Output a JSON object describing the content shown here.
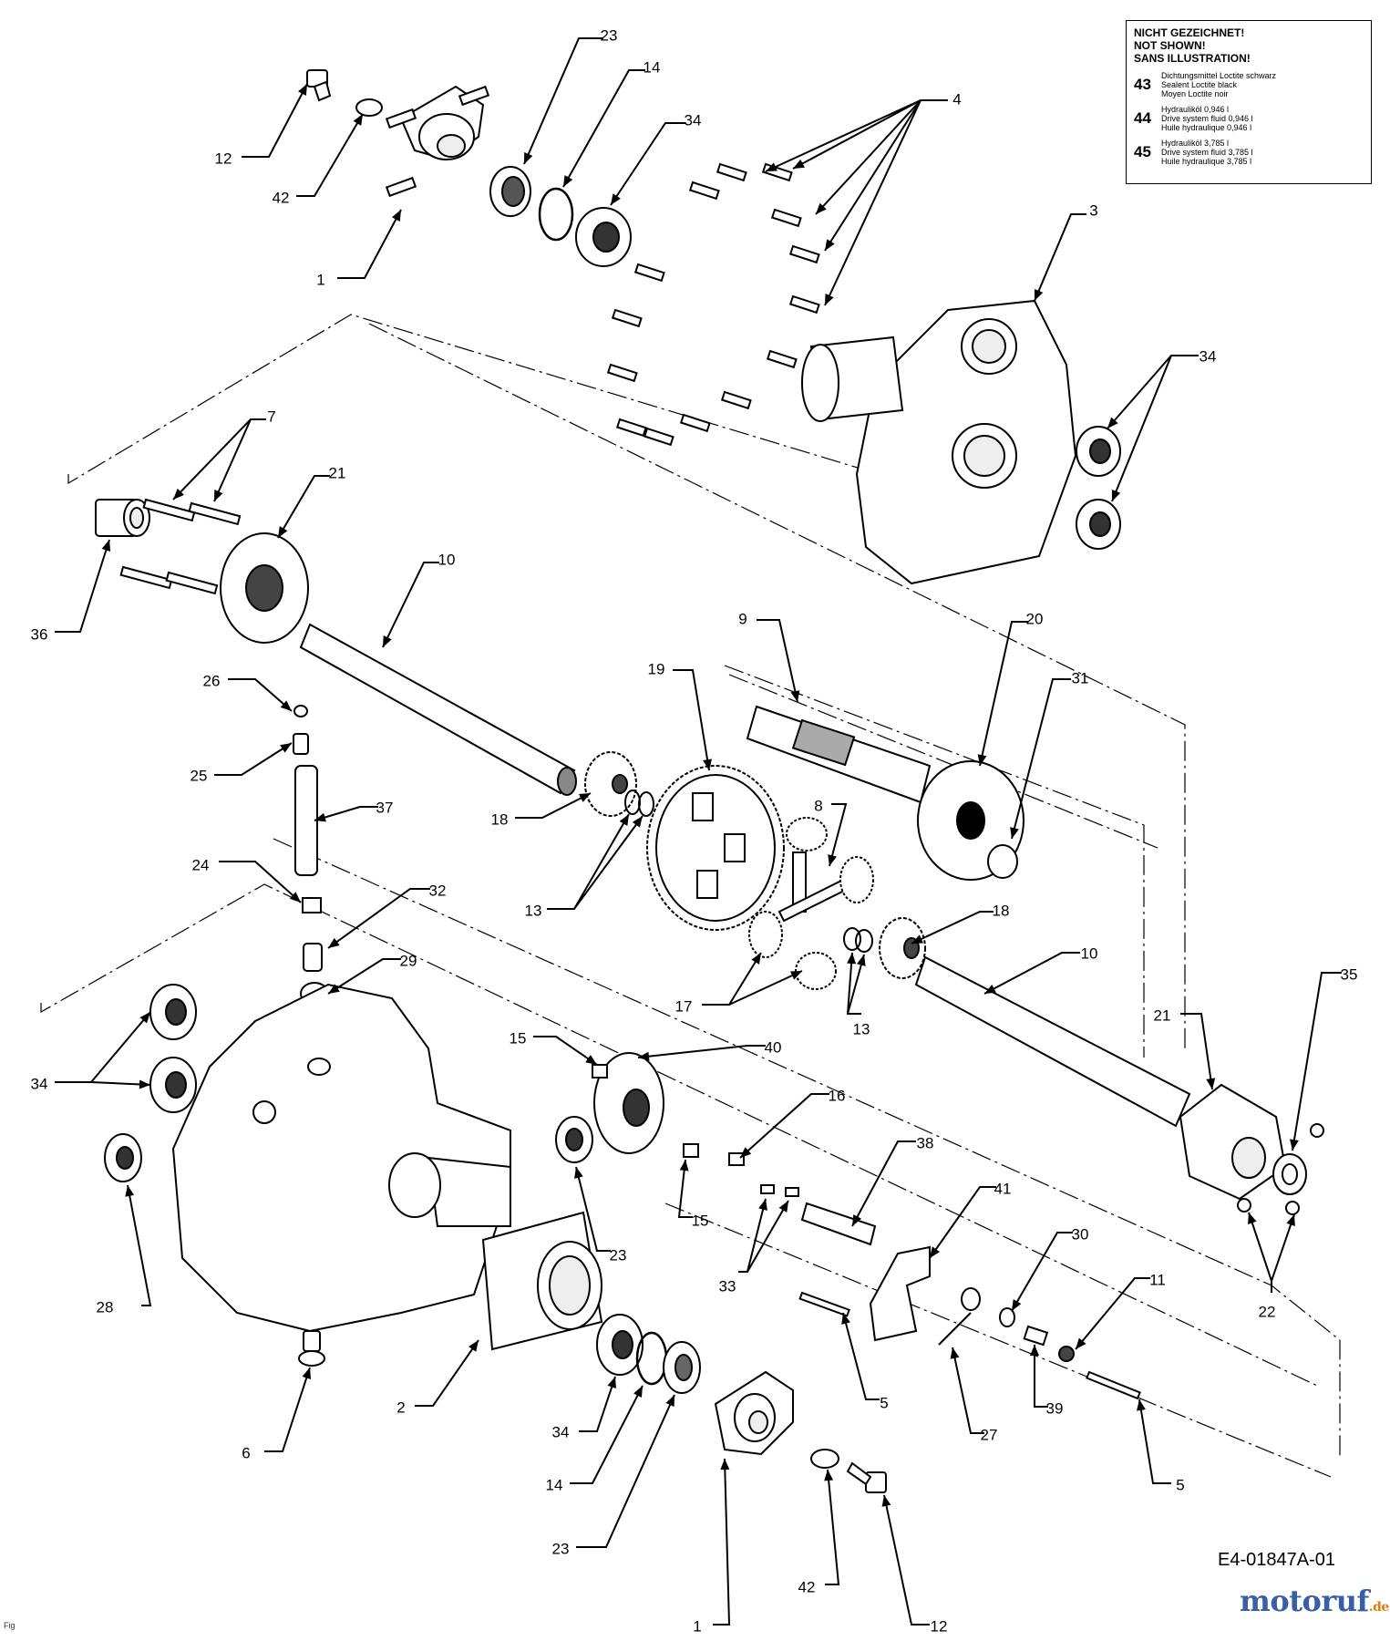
{
  "legend": {
    "header_lines": [
      "NICHT GEZEICHNET!",
      "NOT SHOWN!",
      "SANS ILLUSTRATION!"
    ],
    "items": [
      {
        "num": "43",
        "lines": [
          "Dichtungsmittel Loctite schwarz",
          "Sealent Loctite black",
          "Moyen Loctite noir"
        ]
      },
      {
        "num": "44",
        "lines": [
          "Hydrauliköl 0,946 l",
          "Drive system fluid 0,946 l",
          "Huile hydraulique 0,946 l"
        ]
      },
      {
        "num": "45",
        "lines": [
          "Hydrauliköl 3,785 l",
          "Drive system fluid 3,785 l",
          "Huile hydraulique 3,785 l"
        ]
      }
    ]
  },
  "drawing_code": "E4-01847A-01",
  "brand": {
    "main": "motoruf",
    "suffix": ".de"
  },
  "corner_mark": "Fig",
  "callouts": [
    {
      "id": "12a",
      "label": "12"
    },
    {
      "id": "42a",
      "label": "42"
    },
    {
      "id": "1a",
      "label": "1"
    },
    {
      "id": "23a",
      "label": "23"
    },
    {
      "id": "14a",
      "label": "14"
    },
    {
      "id": "34a",
      "label": "34"
    },
    {
      "id": "4",
      "label": "4"
    },
    {
      "id": "3",
      "label": "3"
    },
    {
      "id": "34b",
      "label": "34"
    },
    {
      "id": "7",
      "label": "7"
    },
    {
      "id": "21a",
      "label": "21"
    },
    {
      "id": "36",
      "label": "36"
    },
    {
      "id": "10a",
      "label": "10"
    },
    {
      "id": "9",
      "label": "9"
    },
    {
      "id": "20",
      "label": "20"
    },
    {
      "id": "31",
      "label": "31"
    },
    {
      "id": "19",
      "label": "19"
    },
    {
      "id": "26",
      "label": "26"
    },
    {
      "id": "25",
      "label": "25"
    },
    {
      "id": "37",
      "label": "37"
    },
    {
      "id": "18a",
      "label": "18"
    },
    {
      "id": "24",
      "label": "24"
    },
    {
      "id": "13a",
      "label": "13"
    },
    {
      "id": "8",
      "label": "8"
    },
    {
      "id": "32",
      "label": "32"
    },
    {
      "id": "18b",
      "label": "18"
    },
    {
      "id": "10b",
      "label": "10"
    },
    {
      "id": "29",
      "label": "29"
    },
    {
      "id": "17",
      "label": "17"
    },
    {
      "id": "13b",
      "label": "13"
    },
    {
      "id": "35",
      "label": "35"
    },
    {
      "id": "21b",
      "label": "21"
    },
    {
      "id": "34c",
      "label": "34"
    },
    {
      "id": "15a",
      "label": "15"
    },
    {
      "id": "40",
      "label": "40"
    },
    {
      "id": "16",
      "label": "16"
    },
    {
      "id": "38",
      "label": "38"
    },
    {
      "id": "15b",
      "label": "15"
    },
    {
      "id": "23b",
      "label": "23"
    },
    {
      "id": "41",
      "label": "41"
    },
    {
      "id": "33",
      "label": "33"
    },
    {
      "id": "28",
      "label": "28"
    },
    {
      "id": "30",
      "label": "30"
    },
    {
      "id": "11",
      "label": "11"
    },
    {
      "id": "22",
      "label": "22"
    },
    {
      "id": "6",
      "label": "6"
    },
    {
      "id": "2",
      "label": "2"
    },
    {
      "id": "34d",
      "label": "34"
    },
    {
      "id": "5a",
      "label": "5"
    },
    {
      "id": "27",
      "label": "27"
    },
    {
      "id": "39",
      "label": "39"
    },
    {
      "id": "5b",
      "label": "5"
    },
    {
      "id": "14b",
      "label": "14"
    },
    {
      "id": "23c",
      "label": "23"
    },
    {
      "id": "1b",
      "label": "1"
    },
    {
      "id": "42b",
      "label": "42"
    },
    {
      "id": "12b",
      "label": "12"
    }
  ]
}
